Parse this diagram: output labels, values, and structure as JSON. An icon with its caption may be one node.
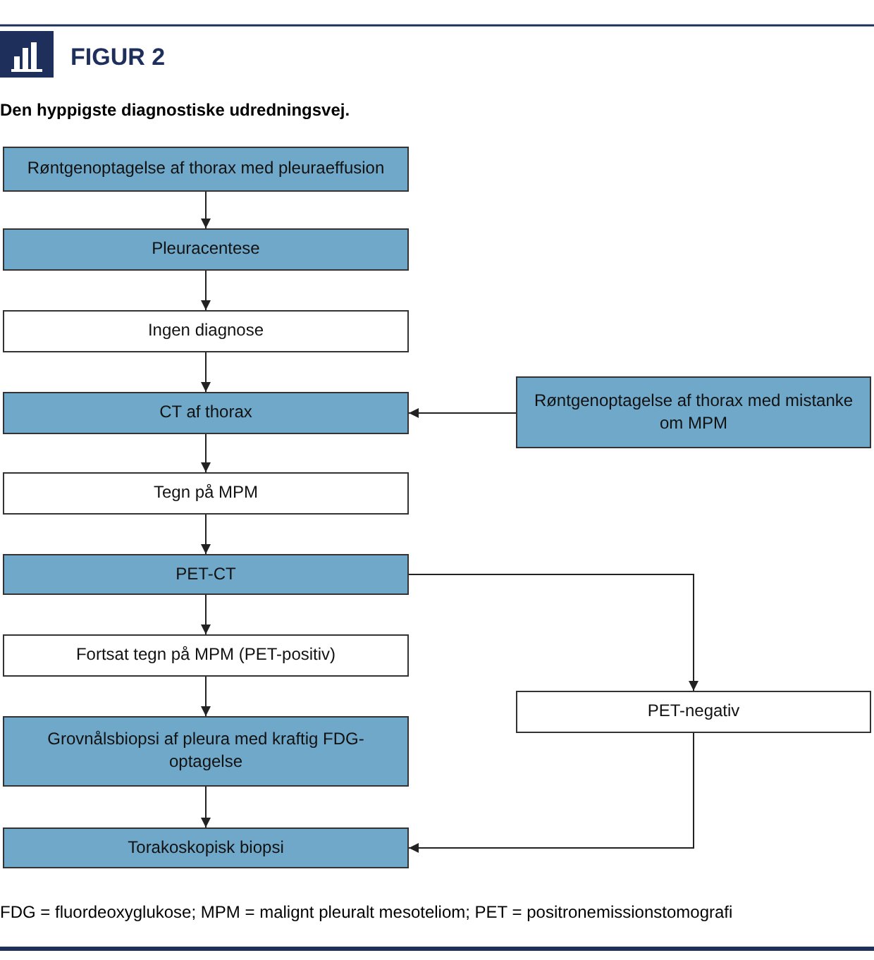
{
  "diagram": {
    "title": "FIGUR 2",
    "caption": "Den hyppigste diagnostiske udredningsvej.",
    "nodes": [
      {
        "text": [
          "Røntgenoptagelse af thorax med pleuraeffusion"
        ]
      },
      {
        "text": [
          "Pleuracentese"
        ]
      },
      {
        "text": [
          "Ingen diagnose"
        ]
      },
      {
        "text": [
          "CT af thorax"
        ]
      },
      {
        "text": [
          "Røntgenoptagelse af thorax med mistanke om MPM"
        ]
      },
      {
        "text": [
          "Tegn på MPM"
        ]
      },
      {
        "text": [
          "PET-CT"
        ]
      },
      {
        "text": [
          "Fortsat tegn på MPM (PET-positiv)"
        ]
      },
      {
        "text": [
          "PET-negativ"
        ]
      },
      {
        "text": [
          "Grovnålsbiopsi af pleura med kraftig FDG-optagelse"
        ]
      },
      {
        "text": [
          "Torakoskopisk biopsi"
        ]
      }
    ],
    "edges": [
      {
        "from": 0,
        "to": 1,
        "arrow": "to"
      },
      {
        "from": 1,
        "to": 2,
        "arrow": "to"
      },
      {
        "from": 2,
        "to": 3,
        "arrow": "to"
      },
      {
        "from": 4,
        "to": 3,
        "arrow": "to"
      },
      {
        "from": 3,
        "to": 5,
        "arrow": "to"
      },
      {
        "from": 5,
        "to": 6,
        "arrow": "to"
      },
      {
        "from": 6,
        "to": 7,
        "arrow": "to"
      },
      {
        "from": 6,
        "to": 8,
        "arrow": "to"
      },
      {
        "from": 7,
        "to": 9,
        "arrow": "to"
      },
      {
        "from": 9,
        "to": 10,
        "arrow": "to"
      },
      {
        "from": 8,
        "to": 10,
        "arrow": "to"
      }
    ],
    "labels": [
      "FDG = fluordeoxyglukose; MPM = malignt pleuralt mesoteliom; PET = positronemissionstomografi"
    ]
  }
}
